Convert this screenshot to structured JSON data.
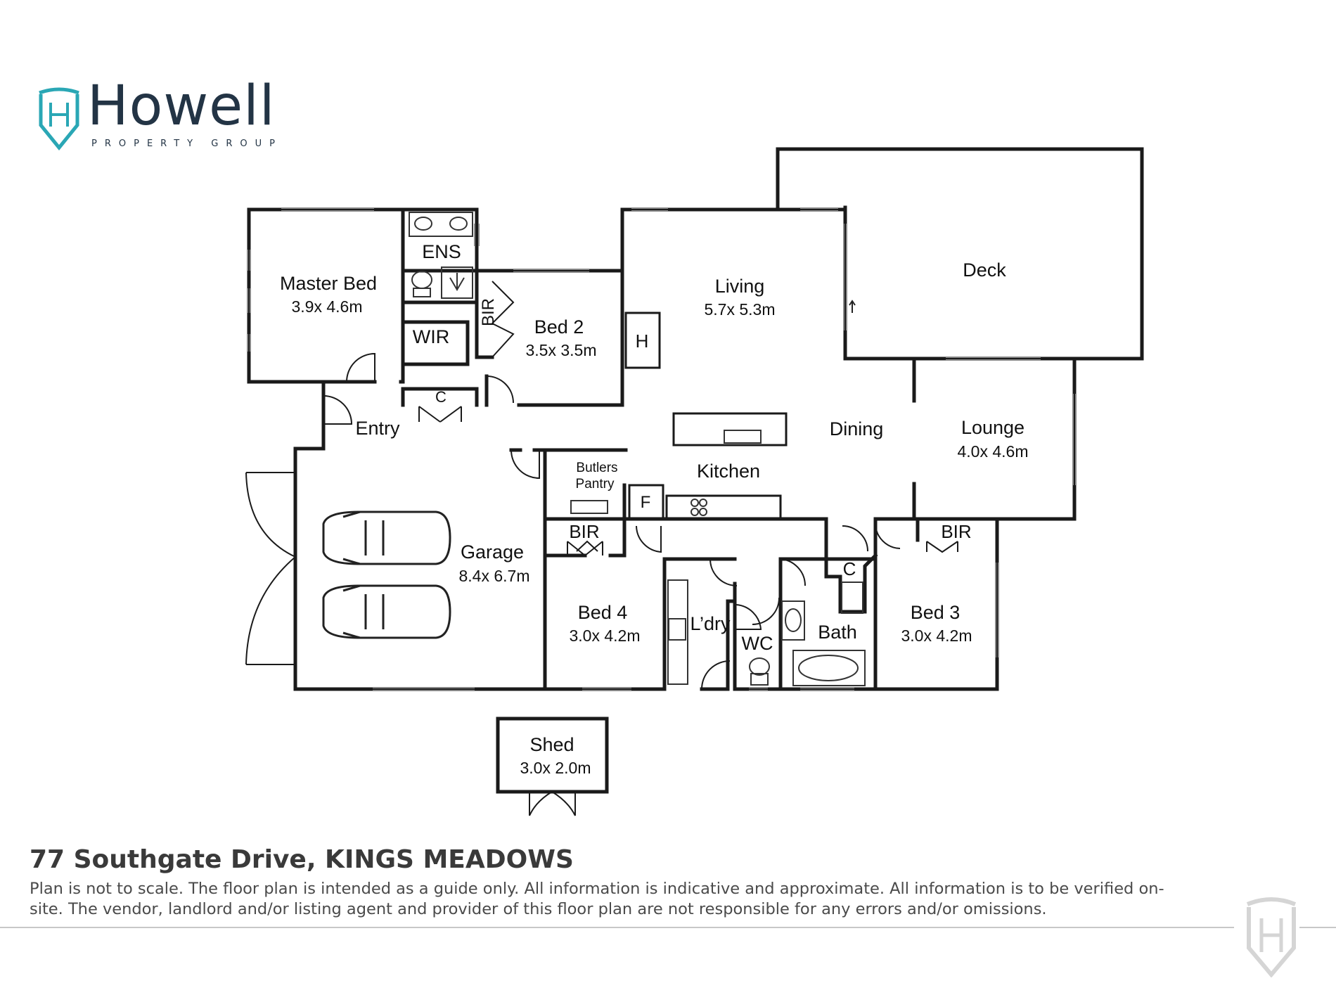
{
  "brand": {
    "name": "Howell",
    "tagline": "PROPERTY GROUP",
    "logo_letter": "H",
    "accent_color": "#2aa7b5",
    "text_color": "#233445"
  },
  "address": "77 Southgate Drive, KINGS MEADOWS",
  "disclaimer": "Plan is not to scale. The floor plan is intended as a guide only. All information is indicative and approximate. All information is to be verified on-site.  The vendor, landlord and/or listing agent and provider of this floor plan are not responsible for any errors and/or omissions.",
  "rooms": {
    "master_bed": {
      "name": "Master Bed",
      "dims": "3.9x 4.6m"
    },
    "ens": {
      "name": "ENS"
    },
    "wir": {
      "name": "WIR"
    },
    "bir_bed2": {
      "name": "BIR"
    },
    "bed2": {
      "name": "Bed 2",
      "dims": "3.5x 3.5m"
    },
    "heater": {
      "name": "H"
    },
    "living": {
      "name": "Living",
      "dims": "5.7x 5.3m"
    },
    "deck": {
      "name": "Deck"
    },
    "entry": {
      "name": "Entry"
    },
    "cupboard_entry": {
      "name": "C"
    },
    "dining": {
      "name": "Dining"
    },
    "lounge": {
      "name": "Lounge",
      "dims": "4.0x 4.6m"
    },
    "kitchen": {
      "name": "Kitchen"
    },
    "butlers_pantry_1": {
      "name": "Butlers"
    },
    "butlers_pantry_2": {
      "name": "Pantry"
    },
    "fridge": {
      "name": "F"
    },
    "garage": {
      "name": "Garage",
      "dims": "8.4x 6.7m"
    },
    "bir_bed4": {
      "name": "BIR"
    },
    "bed4": {
      "name": "Bed 4",
      "dims": "3.0x 4.2m"
    },
    "laundry": {
      "name": "L’dry"
    },
    "wc": {
      "name": "WC"
    },
    "cupboard_bath": {
      "name": "C"
    },
    "bath": {
      "name": "Bath"
    },
    "bir_bed3": {
      "name": "BIR"
    },
    "bed3": {
      "name": "Bed 3",
      "dims": "3.0x 4.2m"
    },
    "shed": {
      "name": "Shed",
      "dims": "3.0x 2.0m"
    }
  }
}
